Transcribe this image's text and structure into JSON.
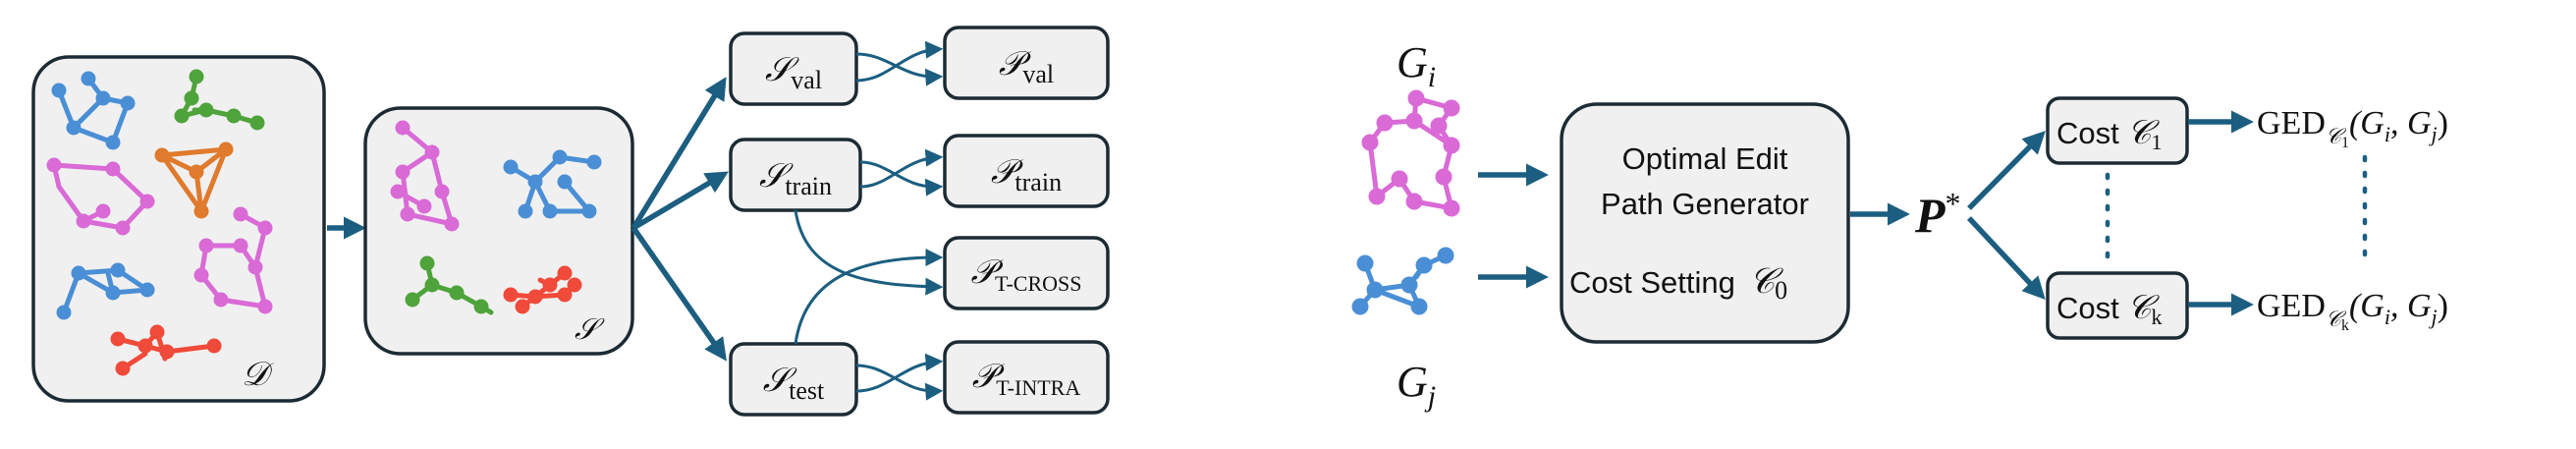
{
  "colors": {
    "accent": "#1b5e80",
    "box_fill": "#f0f0f0",
    "box_stroke": "#1c2b33",
    "graph_blue": "#4a8fd6",
    "graph_green": "#4ea33a",
    "graph_orange": "#e07a2c",
    "graph_pink": "#d96ad6",
    "graph_red": "#f04a3a"
  },
  "left": {
    "dataset_symbol": "𝒟",
    "sample_symbol": "𝒮",
    "splits": [
      {
        "set": "𝒮",
        "sub": "val"
      },
      {
        "set": "𝒮",
        "sub": "train"
      },
      {
        "set": "𝒮",
        "sub": "test"
      }
    ],
    "pairs": [
      {
        "set": "𝒫",
        "sub": "val"
      },
      {
        "set": "𝒫",
        "sub": "train"
      },
      {
        "set": "𝒫",
        "sub": "T-CROSS"
      },
      {
        "set": "𝒫",
        "sub": "T-INTRA"
      }
    ]
  },
  "right": {
    "graph_i": {
      "main": "G",
      "sub": "i"
    },
    "graph_j": {
      "main": "G",
      "sub": "j"
    },
    "generator": {
      "line1": "Optimal Edit",
      "line2": "Path Generator",
      "cost_setting": "Cost Setting",
      "cost_symbol": "𝒞",
      "cost_sub": "0"
    },
    "p_star": {
      "main": "P",
      "sup": "*"
    },
    "costs": [
      {
        "label": "Cost",
        "symbol": "𝒞",
        "sub": "1"
      },
      {
        "label": "Cost",
        "symbol": "𝒞",
        "sub": "k"
      }
    ],
    "ged": [
      {
        "prefix": "GED",
        "sub_symbol": "𝒞",
        "sub_index": "1",
        "args": "(G",
        "i": "i",
        "comma": ", G",
        "j": "j",
        "close": ")"
      },
      {
        "prefix": "GED",
        "sub_symbol": "𝒞",
        "sub_index": "k",
        "args": "(G",
        "i": "i",
        "comma": ", G",
        "j": "j",
        "close": ")"
      }
    ]
  }
}
